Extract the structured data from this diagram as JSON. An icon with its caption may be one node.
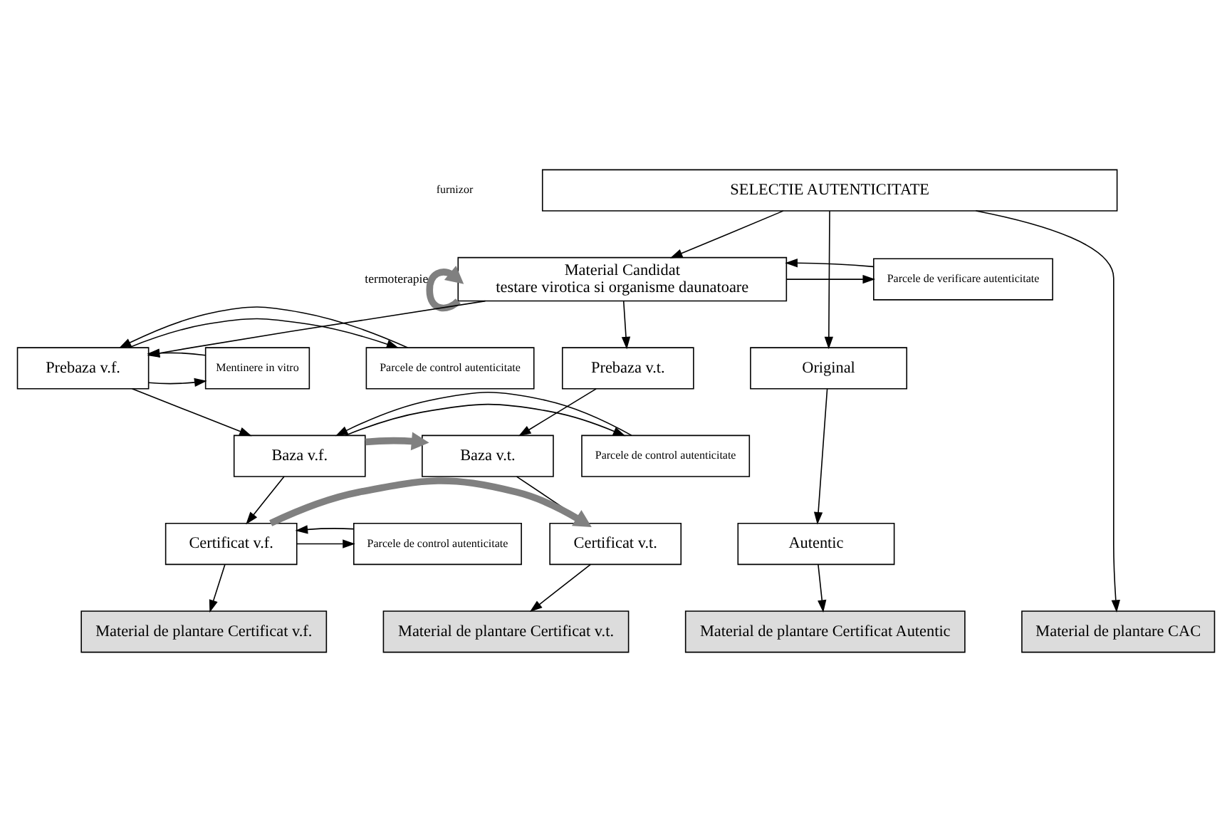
{
  "diagram": {
    "nodes": [
      {
        "text": [
          "SELECTIE AUTENTICITATE"
        ]
      },
      {
        "text": [
          "Parcele de verificare autenticitate"
        ]
      },
      {
        "text": [
          "Material Candidat",
          "testare virotica si organisme daunatoare"
        ]
      },
      {
        "text": [
          "Mentinere in vitro"
        ]
      },
      {
        "text": [
          "Prebaza v.f."
        ]
      },
      {
        "text": [
          "Parcele de control autenticitate"
        ]
      },
      {
        "text": [
          "Prebaza v.t."
        ]
      },
      {
        "text": [
          "Original"
        ]
      },
      {
        "text": [
          "Parcele de control autenticitate"
        ]
      },
      {
        "text": [
          "Baza v.f."
        ]
      },
      {
        "text": [
          "Baza v.t."
        ]
      },
      {
        "text": [
          "Parcele de control autenticitate"
        ]
      },
      {
        "text": [
          "Certificat v.f."
        ]
      },
      {
        "text": [
          "Certificat v.t."
        ]
      },
      {
        "text": [
          "Autentic"
        ]
      },
      {
        "text": [
          "Material de plantare Certificat v.f."
        ]
      },
      {
        "text": [
          "Material de plantare Certificat v.t."
        ]
      },
      {
        "text": [
          "Material de plantare Certificat Autentic"
        ]
      },
      {
        "text": [
          "Material de plantare CAC"
        ]
      }
    ],
    "edges": [
      {
        "from": 0,
        "to": 2,
        "arrow": "to"
      },
      {
        "from": 0,
        "to": 7,
        "arrow": "to"
      },
      {
        "from": 0,
        "to": 18,
        "arrow": "to"
      },
      {
        "from": 2,
        "to": 1,
        "arrow": "to"
      },
      {
        "from": 1,
        "to": 2,
        "arrow": "to"
      },
      {
        "from": 2,
        "to": 4,
        "arrow": "to"
      },
      {
        "from": 2,
        "to": 6,
        "arrow": "to"
      },
      {
        "from": 2,
        "to": 2,
        "arrow": "to",
        "label": "termoterapie",
        "style": "thick",
        "color": "#808080"
      },
      {
        "from": 4,
        "to": 3,
        "arrow": "to"
      },
      {
        "from": 3,
        "to": 4,
        "arrow": "to"
      },
      {
        "from": 4,
        "to": 5,
        "arrow": "to"
      },
      {
        "from": 5,
        "to": 4,
        "arrow": "to"
      },
      {
        "from": 4,
        "to": 9,
        "arrow": "to"
      },
      {
        "from": 6,
        "to": 10,
        "arrow": "to"
      },
      {
        "from": 9,
        "to": 8,
        "arrow": "to"
      },
      {
        "from": 8,
        "to": 9,
        "arrow": "to"
      },
      {
        "from": 9,
        "to": 10,
        "arrow": "to",
        "style": "thick",
        "color": "#808080"
      },
      {
        "from": 9,
        "to": 12,
        "arrow": "to"
      },
      {
        "from": 10,
        "to": 13,
        "arrow": "to"
      },
      {
        "from": 12,
        "to": 11,
        "arrow": "to"
      },
      {
        "from": 11,
        "to": 12,
        "arrow": "to"
      },
      {
        "from": 12,
        "to": 13,
        "arrow": "to",
        "style": "thick",
        "color": "#808080"
      },
      {
        "from": 12,
        "to": 15,
        "arrow": "to"
      },
      {
        "from": 13,
        "to": 16,
        "arrow": "to"
      },
      {
        "from": 7,
        "to": 14,
        "arrow": "to"
      },
      {
        "from": 14,
        "to": 17,
        "arrow": "to"
      }
    ],
    "labels": [
      "furnizor"
    ]
  }
}
